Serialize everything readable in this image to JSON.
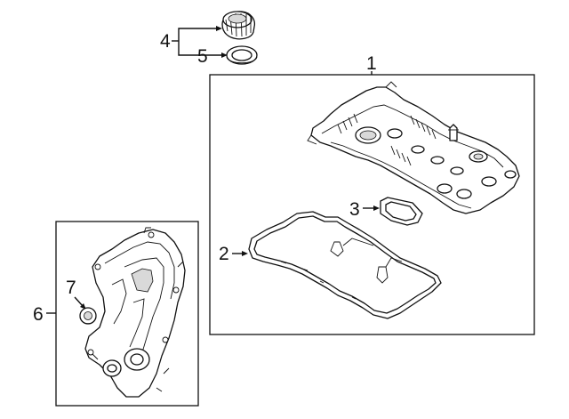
{
  "callouts": {
    "c1": "1",
    "c2": "2",
    "c3": "3",
    "c4": "4",
    "c5": "5",
    "c6": "6",
    "c7": "7"
  },
  "colors": {
    "line": "#111111",
    "background": "#ffffff",
    "shading": "#d9d9d9"
  }
}
